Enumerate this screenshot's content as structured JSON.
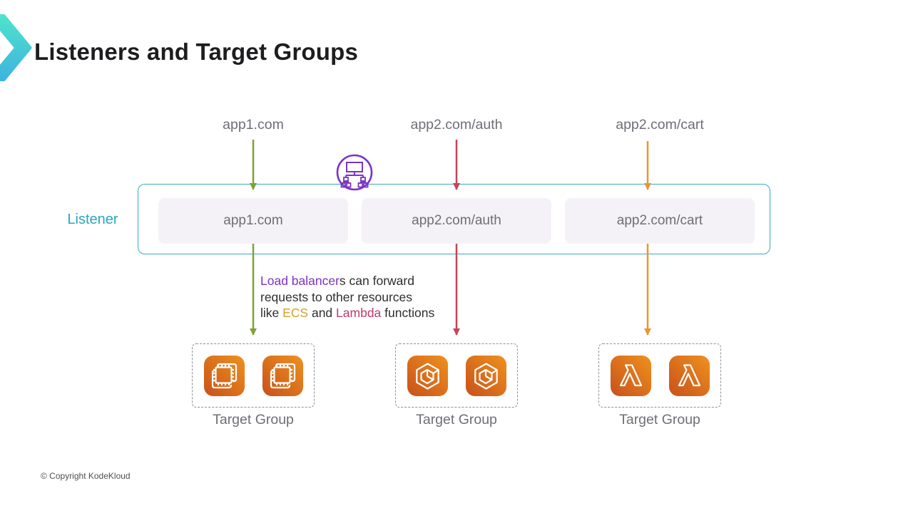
{
  "slide": {
    "title": "Listeners and Target Groups",
    "copyright": "© Copyright KodeKloud"
  },
  "requests": [
    "app1.com",
    "app2.com/auth",
    "app2.com/cart"
  ],
  "listener": {
    "label": "Listener",
    "rules": [
      "app1.com",
      "app2.com/auth",
      "app2.com/cart"
    ]
  },
  "load_balancer_icon": "load-balancer-icon",
  "note": {
    "highlight": "Load balancer",
    "rest1": "s can forward",
    "line2": "requests to other resources",
    "pre3": "like ",
    "ecs": "ECS",
    "mid3": " and ",
    "lambda": "Lambda",
    "post3": " functions"
  },
  "target_groups": [
    {
      "label": "Target Group",
      "icon": "ec2-icon",
      "icon_count": 2
    },
    {
      "label": "Target Group",
      "icon": "ecs-icon",
      "icon_count": 2
    },
    {
      "label": "Target Group",
      "icon": "lambda-icon",
      "icon_count": 2
    }
  ],
  "colors": {
    "title-text": "#1d1d1f",
    "label-gray": "#6e6e76",
    "note-text": "#2e2e31",
    "teal": "#38abc3",
    "teal-text": "#2aa6bf",
    "arrow-green": "#7ea233",
    "arrow-crimson": "#c74457",
    "arrow-orange": "#e9962f",
    "purple": "#7a33c5",
    "ecs-gold": "#d5a02c",
    "lambda-pink": "#bf3a6b",
    "pill-bg": "#f4f2f7",
    "aws-orange-light": "#ef911e",
    "aws-orange-dark": "#c8511b",
    "dash-gray": "#8f8f8f",
    "logo-top": "#4fe3cb",
    "logo-bottom": "#3eb4e0"
  }
}
